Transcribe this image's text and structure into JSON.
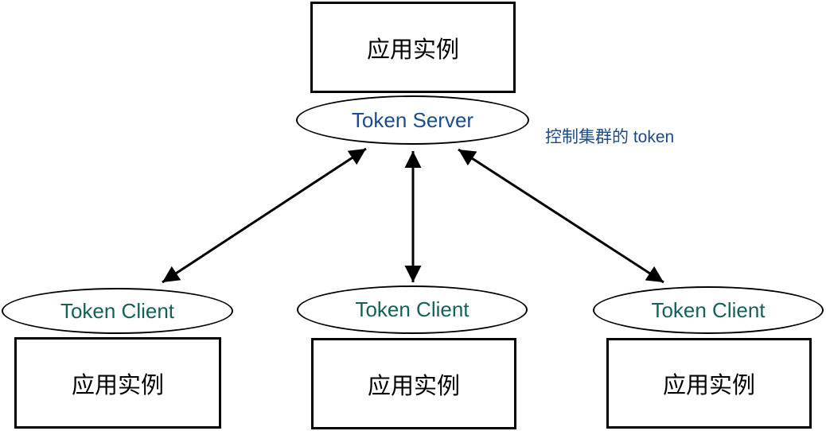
{
  "nodes": {
    "server_group": {
      "box_label": "应用实例",
      "ellipse_label": "Token Server"
    },
    "annotation": "控制集群的 token",
    "clients": [
      {
        "ellipse_label": "Token Client",
        "box_label": "应用实例"
      },
      {
        "ellipse_label": "Token Client",
        "box_label": "应用实例"
      },
      {
        "ellipse_label": "Token Client",
        "box_label": "应用实例"
      }
    ]
  },
  "edges": [
    {
      "name": "server-to-left-client",
      "style": "double-headed-arrow"
    },
    {
      "name": "server-to-middle-client",
      "style": "double-headed-arrow"
    },
    {
      "name": "server-to-right-client",
      "style": "double-headed-arrow"
    }
  ],
  "colors": {
    "server_text": "#1B4C8F",
    "client_text": "#14615A",
    "annotation_text": "#1D4A86",
    "stroke": "#000000",
    "background": "#FFFFFF"
  }
}
